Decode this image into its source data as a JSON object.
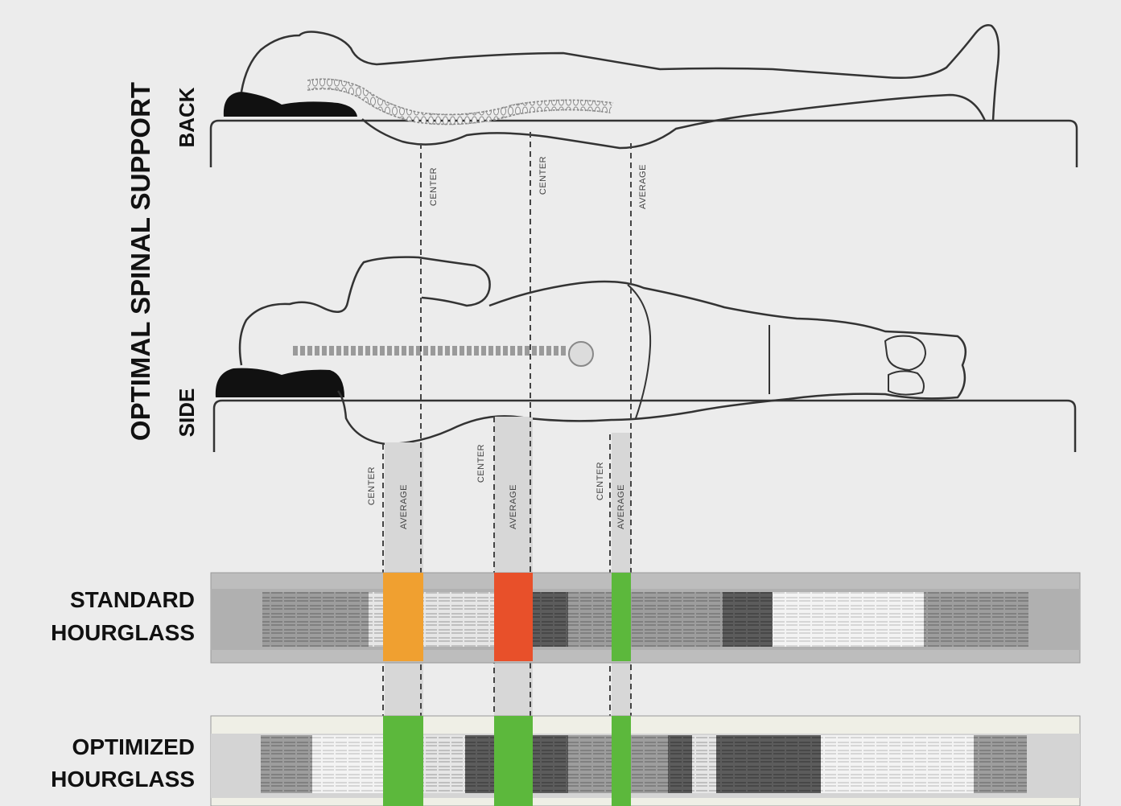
{
  "title": "OPTIMAL SPINAL SUPPORT",
  "poses": {
    "back": "BACK",
    "side": "SIDE"
  },
  "zone_labels": {
    "center": "CENTER",
    "average": "AVERAGE"
  },
  "rows": [
    {
      "id": "standard",
      "line1": "STANDARD",
      "line2": "HOURGLASS",
      "zone_colors": [
        "#f0a030",
        "#e8502a",
        "#5cb83c"
      ]
    },
    {
      "id": "optimized",
      "line1": "OPTIMIZED",
      "line2": "HOURGLASS",
      "zone_colors": [
        "#5cb83c",
        "#5cb83c",
        "#5cb83c"
      ]
    }
  ],
  "colors": {
    "background": "#ececec",
    "body_outline": "#333333",
    "pillow": "#111111",
    "spine": "#8a8a8a",
    "guide_line": "#444444",
    "mattress_frame": "#bdbdbd",
    "zone_standard_1": "#f0a030",
    "zone_standard_2": "#e8502a",
    "zone_ok": "#5cb83c"
  }
}
